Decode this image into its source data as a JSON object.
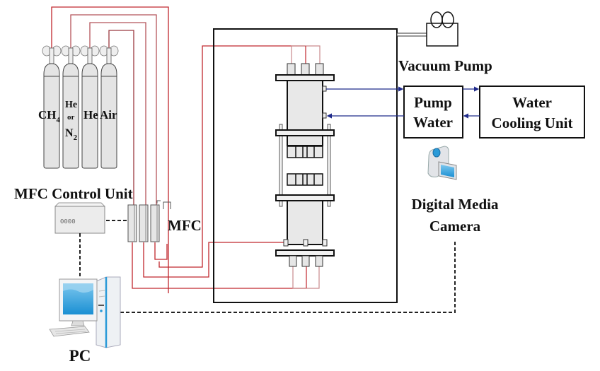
{
  "diagram": {
    "cylinders": [
      {
        "label": "CH",
        "subscript": "4"
      },
      {
        "label_line1": "He",
        "label_line2": "or",
        "label_line3": "N",
        "subscript": "2"
      },
      {
        "label": "He"
      },
      {
        "label": "Air"
      }
    ],
    "labels": {
      "mfc_control_unit": "MFC Control Unit",
      "mfc": "MFC",
      "pc": "PC",
      "vacuum_pump": "Vacuum Pump",
      "pump_water_line1": "Pump",
      "pump_water_line2": "Water",
      "cooling_line1": "Water",
      "cooling_line2": "Cooling Unit",
      "camera_line1": "Digital Media",
      "camera_line2": "Camera",
      "control_unit_display": "0000"
    },
    "colors": {
      "gas_line": "#c0272d",
      "gas_line_light": "#c98a8d",
      "water_line": "#1f2a8a",
      "outline": "#111111",
      "fill_gray": "#ececec",
      "screen_blue": "#2a9ad8"
    }
  }
}
